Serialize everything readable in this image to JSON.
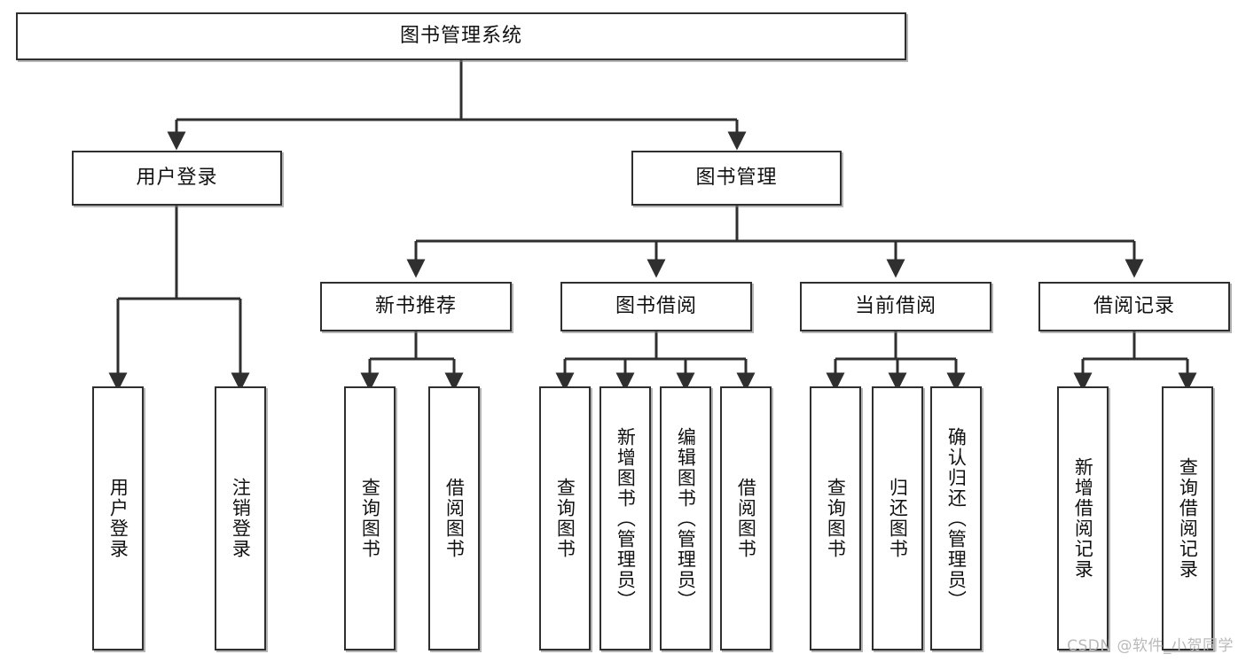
{
  "diagram": {
    "kind": "functional-structure-tree",
    "watermark": "CSDN @软件_小贺同学",
    "colors": {
      "node_border": "#2f2f2f",
      "node_fill": "#ffffff",
      "connector": "#2f2f2f",
      "text": "#111111",
      "watermark": "#b9b9b9",
      "background": "#ffffff"
    },
    "root": {
      "id": "root",
      "label": "图书管理系统"
    },
    "level1": [
      {
        "id": "user-login",
        "label": "用户登录"
      },
      {
        "id": "book-management",
        "label": "图书管理"
      }
    ],
    "level2": [
      {
        "id": "new-book-recommend",
        "label": "新书推荐",
        "parent": "book-management"
      },
      {
        "id": "book-borrow",
        "label": "图书借阅",
        "parent": "book-management"
      },
      {
        "id": "current-borrow",
        "label": "当前借阅",
        "parent": "book-management"
      },
      {
        "id": "borrow-record",
        "label": "借阅记录",
        "parent": "book-management"
      }
    ],
    "leaves": [
      {
        "id": "leaf-user-login",
        "label": "用户登录",
        "parent": "user-login"
      },
      {
        "id": "leaf-logout-login",
        "label": "注销登录",
        "parent": "user-login"
      },
      {
        "id": "leaf-query-book-1",
        "label": "查询图书",
        "parent": "new-book-recommend"
      },
      {
        "id": "leaf-borrow-book-1",
        "label": "借阅图书",
        "parent": "new-book-recommend"
      },
      {
        "id": "leaf-query-book-2",
        "label": "查询图书",
        "parent": "book-borrow"
      },
      {
        "id": "leaf-add-book",
        "label": "新增图书（管理员）",
        "parent": "book-borrow"
      },
      {
        "id": "leaf-edit-book",
        "label": "编辑图书（管理员）",
        "parent": "book-borrow"
      },
      {
        "id": "leaf-borrow-book-2",
        "label": "借阅图书",
        "parent": "book-borrow"
      },
      {
        "id": "leaf-query-book-3",
        "label": "查询图书",
        "parent": "current-borrow"
      },
      {
        "id": "leaf-return-book",
        "label": "归还图书",
        "parent": "current-borrow"
      },
      {
        "id": "leaf-confirm-return",
        "label": "确认归还（管理员）",
        "parent": "current-borrow"
      },
      {
        "id": "leaf-add-record",
        "label": "新增借阅记录",
        "parent": "borrow-record"
      },
      {
        "id": "leaf-query-record",
        "label": "查询借阅记录",
        "parent": "borrow-record"
      }
    ]
  }
}
